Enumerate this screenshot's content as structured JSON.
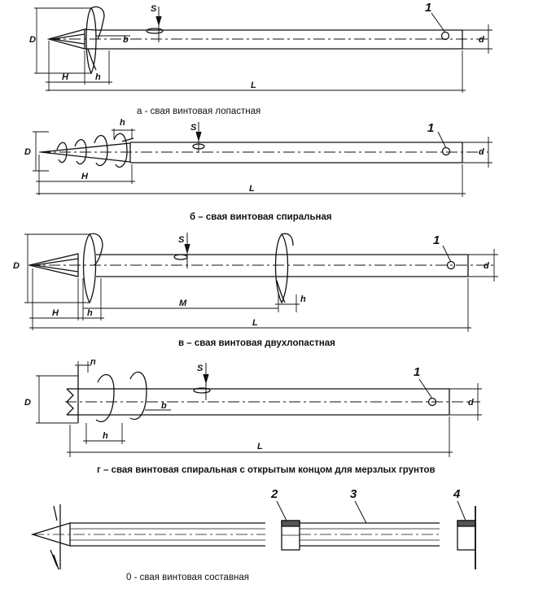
{
  "colors": {
    "ink": "#111111",
    "paper": "#ffffff",
    "shade": "#555555"
  },
  "figures": {
    "a": {
      "caption": "а - свая винтовая лопастная",
      "labels": {
        "D": "D",
        "S": "S",
        "b": "b",
        "one": "1",
        "d": "d",
        "H": "H",
        "h": "h",
        "L": "L"
      }
    },
    "b": {
      "caption": "б – свая винтовая спиральная",
      "labels": {
        "D": "D",
        "h": "h",
        "S": "S",
        "one": "1",
        "d": "d",
        "H": "H",
        "L": "L"
      }
    },
    "v": {
      "caption": "в – свая винтовая двухлопастная",
      "labels": {
        "D": "D",
        "S": "S",
        "one": "1",
        "d": "d",
        "H": "H",
        "h1": "h",
        "M": "M",
        "h2": "h",
        "L": "L"
      }
    },
    "g": {
      "caption": "г – свая винтовая спиральная с открытым концом для мерзлых грунтов",
      "labels": {
        "D": "D",
        "n": "n",
        "S": "S",
        "one": "1",
        "d": "d",
        "b": "b",
        "h": "h",
        "L": "L"
      }
    },
    "d": {
      "caption": "0 - свая винтовая составная",
      "labels": {
        "two": "2",
        "three": "3",
        "four": "4"
      }
    }
  }
}
